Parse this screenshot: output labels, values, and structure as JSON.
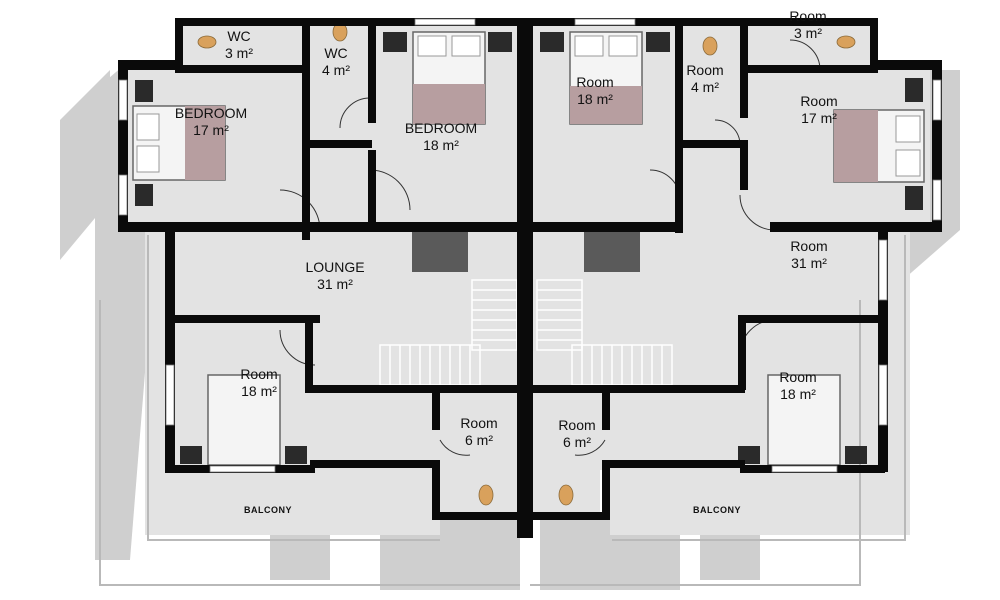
{
  "rooms": {
    "wc_left": {
      "name": "WC",
      "area": "3 m²"
    },
    "wc_mid": {
      "name": "WC",
      "area": "4 m²"
    },
    "bedroom_left": {
      "name": "BEDROOM",
      "area": "17 m²"
    },
    "bedroom_center": {
      "name": "BEDROOM",
      "area": "18 m²"
    },
    "room_top_c": {
      "name": "Room",
      "area": "18 m²"
    },
    "room_top_wc": {
      "name": "Room",
      "area": "4 m²"
    },
    "room_top_r": {
      "name": "Room",
      "area": "3 m²"
    },
    "room_right_bed": {
      "name": "Room",
      "area": "17 m²"
    },
    "lounge": {
      "name": "LOUNGE",
      "area": "31 m²"
    },
    "room_right_lng": {
      "name": "Room",
      "area": "31 m²"
    },
    "room_bl": {
      "name": "Room",
      "area": "18 m²"
    },
    "room_bath_l": {
      "name": "Room",
      "area": "6 m²"
    },
    "room_bath_r": {
      "name": "Room",
      "area": "6 m²"
    },
    "room_br": {
      "name": "Room",
      "area": "18 m²"
    }
  },
  "balcony_left": "BALCONY",
  "balcony_right": "BALCONY",
  "colors": {
    "wall": "#0a0a0a",
    "floor": "#e3e3e3",
    "shadow": "#cfcfcf",
    "bed_accent": "#b79ea0",
    "fixture": "#d9a15c"
  }
}
